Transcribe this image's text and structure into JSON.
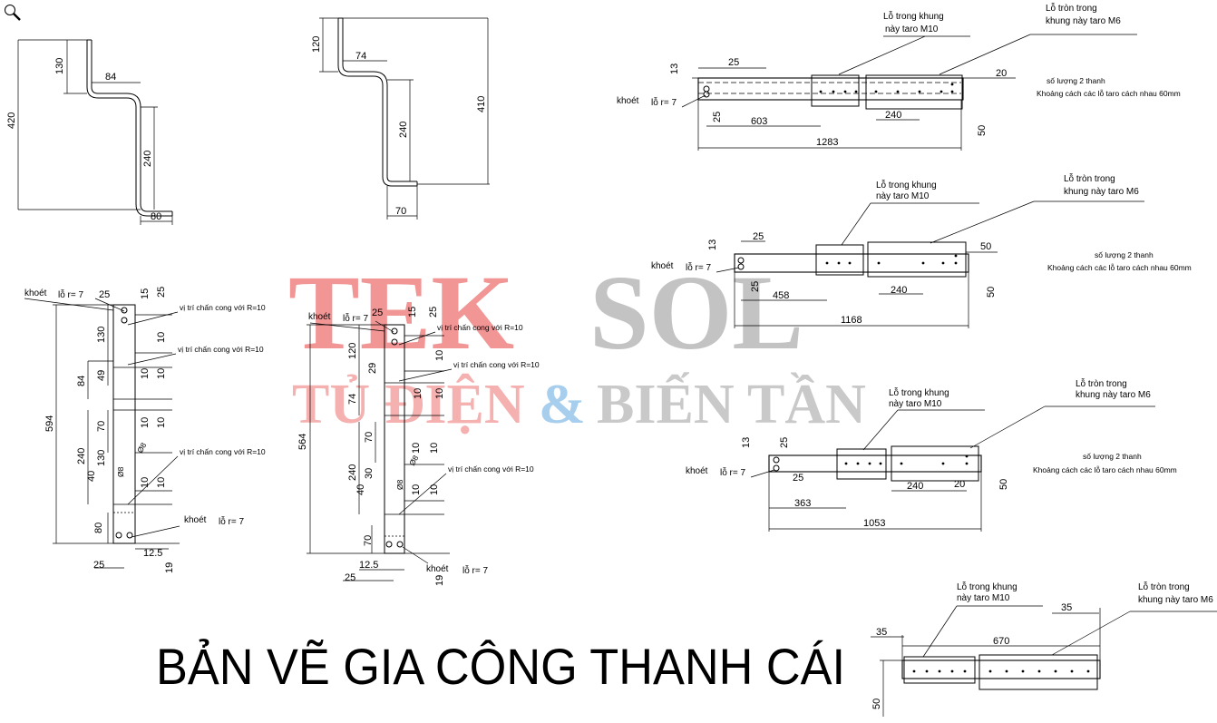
{
  "toolbar": {
    "zoom_icon": "magnifier-icon"
  },
  "title": "BẢN VẼ GIA CÔNG THANH CÁI",
  "watermark": {
    "brand_red": "TEK",
    "brand_grey": "SOL",
    "tagline_a": "TỦ ĐIỆN",
    "tagline_amp": "&",
    "tagline_b": "BIẾN TẦN",
    "colors": {
      "red": "#f08a8a",
      "grey": "#b8b8b8",
      "blue": "#9ec9ec"
    }
  },
  "bend1": {
    "h_total": "420",
    "top": "130",
    "w_mid": "84",
    "mid": "240",
    "foot": "80"
  },
  "bend2": {
    "top": "120",
    "w_mid": "74",
    "mid": "240",
    "h_total": "410",
    "foot": "70"
  },
  "side1": {
    "khoet": "khoét",
    "lo": "lỗ r= 7",
    "d25": "25",
    "d15": "15",
    "d25b": "25",
    "d130": "130",
    "d10a": "10",
    "d84": "84",
    "d49": "49",
    "d10b": "10",
    "d10c": "10",
    "d594": "594",
    "d70": "70",
    "d240": "240",
    "d130b": "130",
    "d40": "40",
    "d8a": "Ø8",
    "d8b": "Ø8",
    "d10d": "10",
    "d10e": "10",
    "d80": "80",
    "khoet2": "khoét",
    "lo2": "lỗ r= 7",
    "d125": "12.5",
    "d25c": "25",
    "d19": "19",
    "note1": "vị trí chấn cong với R=10",
    "note2": "vị trí chấn cong với R=10",
    "note3": "vị trí chấn cong với R=10"
  },
  "side2": {
    "khoet": "khoét",
    "lo": "lỗ r= 7",
    "d25": "25",
    "d15": "15",
    "d25b": "25",
    "d120": "120",
    "d10a": "10",
    "d29": "29",
    "d74": "74",
    "d10b": "10",
    "d10c": "10",
    "d564": "564",
    "d70": "70",
    "d240": "240",
    "d30": "30",
    "d40": "40",
    "d8a": "Ø8",
    "d8b": "Ø8",
    "d10d": "10",
    "d10e": "10",
    "d70b": "70",
    "d125": "12.5",
    "d25c": "25",
    "d19": "19",
    "khoet2": "khoét",
    "lo2": "lỗ r= 7",
    "note1": "vị trí chấn cong với R=10",
    "note2": "vị trí chấn cong với R=10",
    "note3": "vị trí chấn cong với R=10"
  },
  "plan1": {
    "lo_m10": "Lỗ trong khung\nnày taro M10",
    "lo_m6": "Lỗ tròn trong\nkhung này taro M6",
    "d13": "13",
    "d25": "25",
    "d20": "20",
    "khoet": "khoét",
    "lo": "lỗ r= 7",
    "d25b": "25",
    "d603": "603",
    "d240": "240",
    "d1283": "1283",
    "d50": "50",
    "qty": "số lượng 2 thanh",
    "spacing": "Khoảng cách các lỗ  taro cách nhau 60mm"
  },
  "plan2": {
    "lo_m10": "Lỗ trong khung\nnày taro M10",
    "lo_m6": "Lỗ tròn trong\nkhung này taro M6",
    "d13": "13",
    "d25": "25",
    "d50": "50",
    "khoet": "khoét",
    "lo": "lỗ r= 7",
    "d25b": "25",
    "d458": "458",
    "d240": "240",
    "d50b": "50",
    "d1168": "1168",
    "qty": "số lượng 2 thanh",
    "spacing": "Khoảng cách các lỗ  taro cách nhau 60mm"
  },
  "plan3": {
    "lo_m10": "Lỗ trong khung\nnày taro M10",
    "lo_m6": "Lỗ tròn trong\nkhung này taro M6",
    "d13": "13",
    "d25": "25",
    "khoet": "khoét",
    "lo": "lỗ r= 7",
    "d25b": "25",
    "d363": "363",
    "d240": "240",
    "d20": "20",
    "d50": "50",
    "d1053": "1053",
    "qty": "số lượng 2 thanh",
    "spacing": "Khoảng cách các lỗ  taro cách nhau 60mm"
  },
  "plan4": {
    "lo_m10": "Lỗ trong khung\nnày taro M10",
    "lo_m6": "Lỗ tròn trong\nkhung này taro M6",
    "d35": "35",
    "d35b": "35",
    "d670": "670",
    "d50": "50"
  }
}
